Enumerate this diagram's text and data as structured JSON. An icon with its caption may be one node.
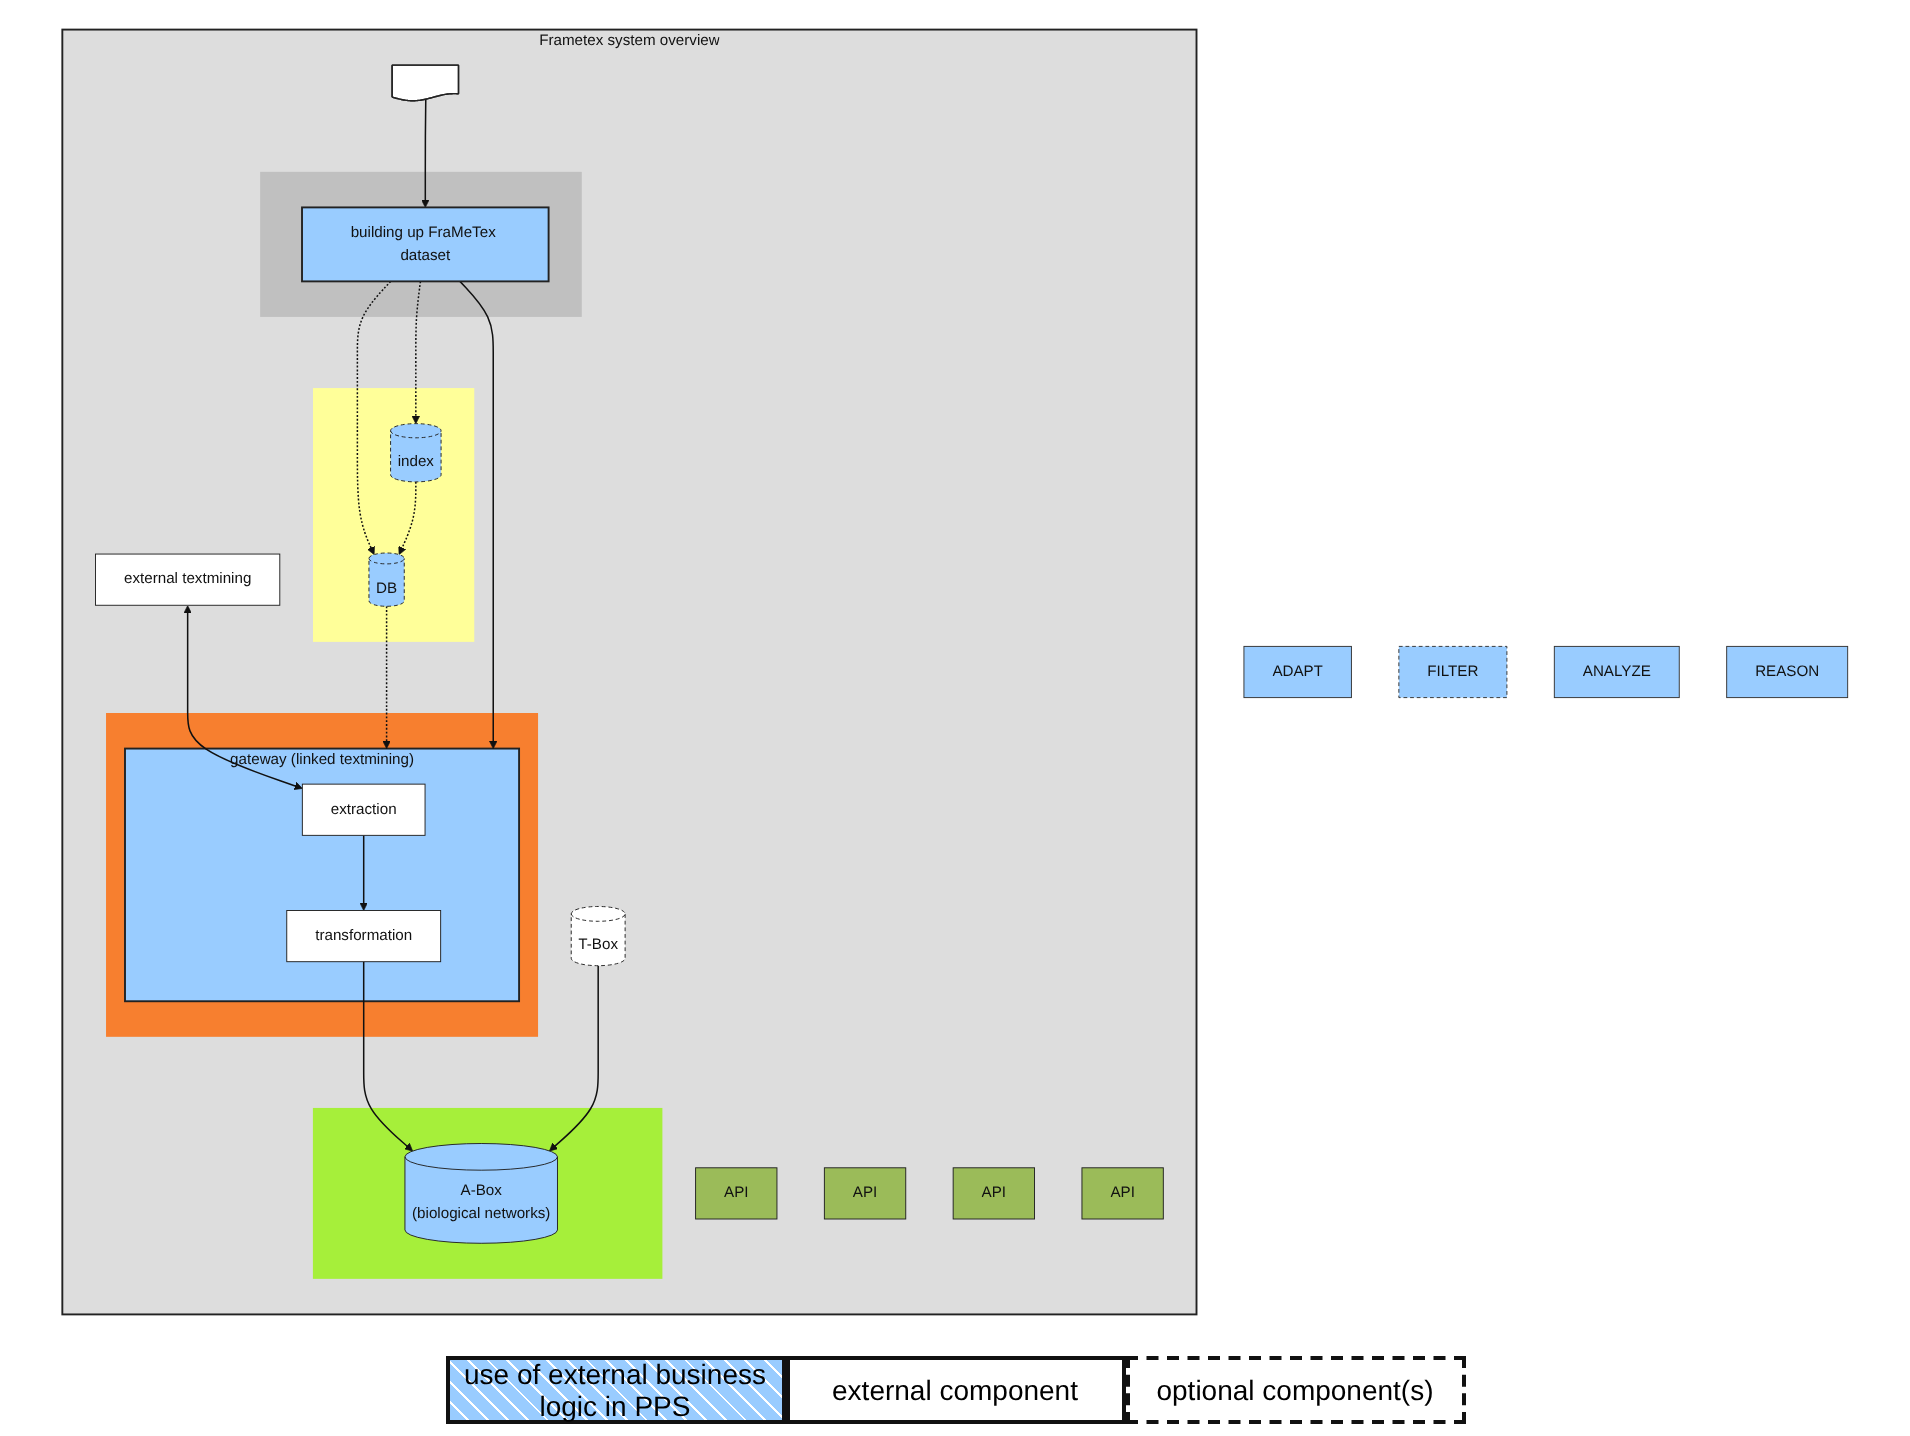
{
  "diagram": {
    "nodes": [
      {
        "text": [
          "ADAPT"
        ]
      },
      {
        "text": [
          "FILTER"
        ]
      },
      {
        "text": [
          "ANALYZE"
        ]
      },
      {
        "text": [
          "REASON"
        ]
      },
      {
        "text": [
          "Frametex system overview"
        ]
      },
      {
        "text": [],
        "shape": "document",
        "in": 4
      },
      {
        "text": [
          "API"
        ],
        "in": 4
      },
      {
        "text": [],
        "shape": "band",
        "in": 4
      },
      {
        "text": [
          "building up FraMeTex dataset"
        ],
        "in": 7
      },
      {
        "text": [
          "API"
        ],
        "in": 4
      },
      {
        "text": [],
        "shape": "band",
        "in": 4
      },
      {
        "text": [
          "index"
        ],
        "in": 10
      },
      {
        "text": [
          "DB"
        ],
        "in": 10
      },
      {
        "text": [
          "API"
        ],
        "in": 4
      },
      {
        "text": [],
        "shape": "band",
        "in": 4
      },
      {
        "text": [
          "gateway (linked textmining)"
        ],
        "in": 14
      },
      {
        "text": [
          "extraction"
        ],
        "in": 15
      },
      {
        "text": [
          "transformation"
        ],
        "in": 15
      },
      {
        "text": [
          "API"
        ],
        "in": 4
      },
      {
        "text": [],
        "shape": "band",
        "in": 4
      },
      {
        "text": [
          "A-Box",
          "(biological networks)"
        ],
        "in": 19
      },
      {
        "text": [
          "external textmining"
        ],
        "in": 4
      },
      {
        "text": [
          "T-Box"
        ],
        "in": 4
      }
    ],
    "edges": [
      {
        "from": 5,
        "to": 8,
        "arrow": "to"
      },
      {
        "from": 8,
        "to": 11,
        "arrow": "to",
        "style": "dashed"
      },
      {
        "from": 8,
        "to": 12,
        "arrow": "to",
        "style": "dashed"
      },
      {
        "from": 11,
        "to": 12,
        "arrow": "to",
        "style": "dashed"
      },
      {
        "from": 12,
        "to": 15,
        "arrow": "to",
        "style": "dashed"
      },
      {
        "from": 8,
        "to": 15,
        "arrow": "to"
      },
      {
        "from": 16,
        "to": 17,
        "arrow": "to"
      },
      {
        "from": 21,
        "to": 16,
        "arrow": "both"
      },
      {
        "from": 17,
        "to": 20,
        "arrow": "to"
      },
      {
        "from": 22,
        "to": 20,
        "arrow": "to"
      }
    ],
    "legend": [
      {
        "text": "use of external business logic in PPS"
      },
      {
        "text": "external component"
      },
      {
        "text": "optional component(s)"
      }
    ]
  }
}
